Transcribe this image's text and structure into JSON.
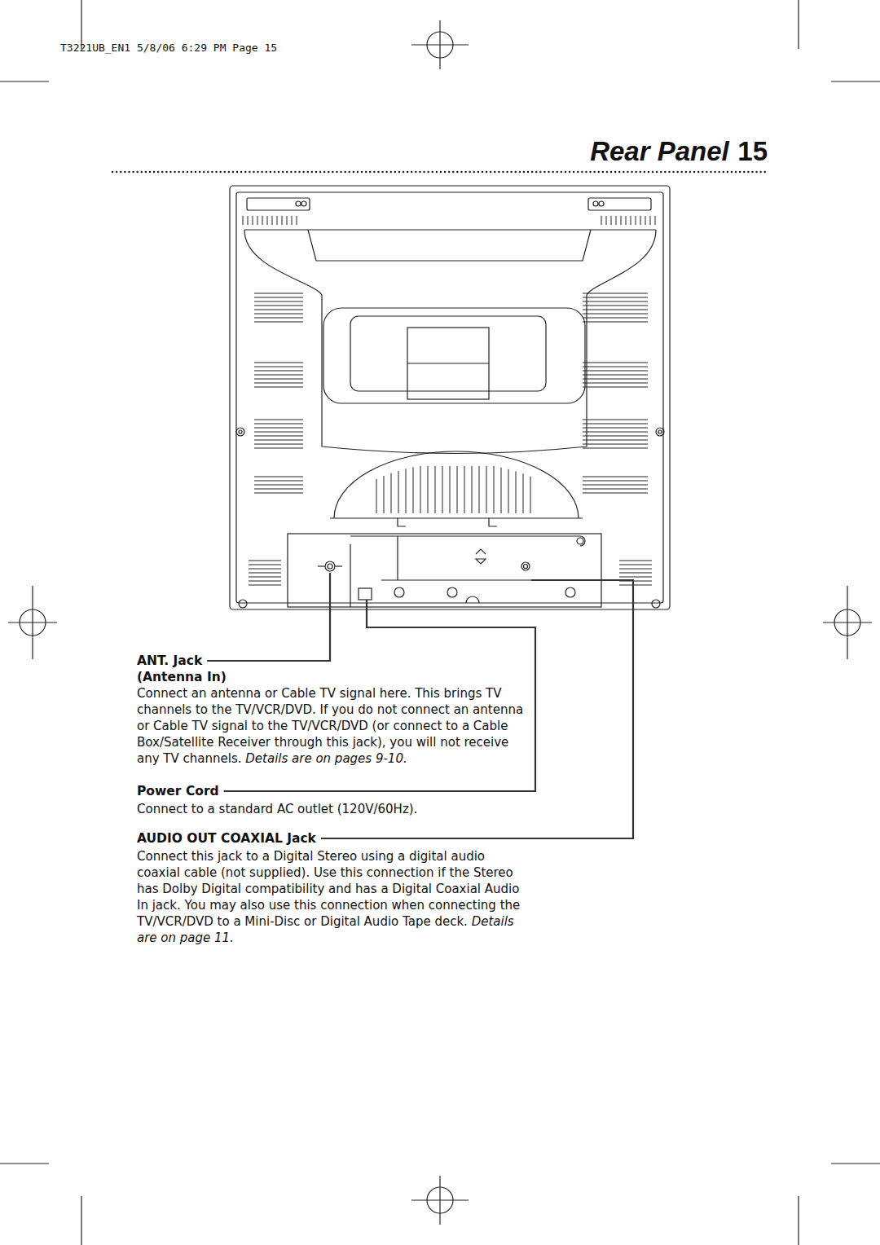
{
  "diagram": {
    "title": "Rear Panel",
    "labels": [
      "T3221UB_EN1 5/8/06 6:29 PM Page 15",
      "15",
      "ANT. Jack",
      "(Antenna In)",
      "Connect an antenna or Cable TV signal here. This brings TV channels to the TV/VCR/DVD. If you do not connect an antenna or Cable TV signal to the TV/VCR/DVD (or connect to a Cable Box/Satellite Receiver through this jack), you will not receive any TV channels.",
      "Details are on pages 9-10.",
      "Power Cord",
      "Connect to a standard AC outlet (120V/60Hz).",
      "AUDIO OUT COAXIAL Jack",
      "Connect this jack to a Digital Stereo using a digital audio coaxial cable (not supplied). Use this connection if the Stereo has Dolby Digital compatibility and has a Digital Coaxial Audio In jack. You may also use this connection when connecting the TV/VCR/DVD to a Mini-Disc or Digital Audio Tape deck.",
      "Details are on page 11."
    ]
  }
}
